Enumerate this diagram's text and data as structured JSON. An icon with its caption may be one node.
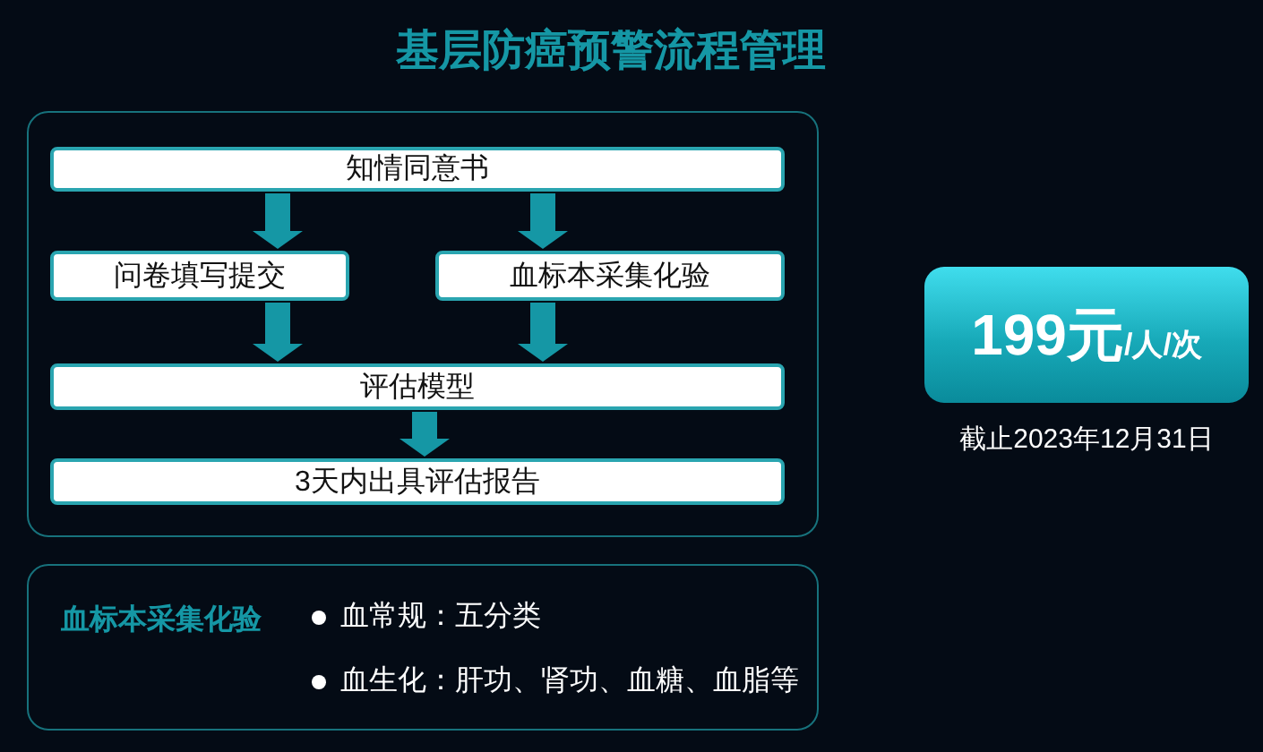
{
  "diagram": {
    "title": "基层防癌预警流程管理",
    "nodes": [
      {
        "text": [],
        "shape": "box"
      },
      {
        "text": [
          "知情同意书"
        ],
        "in": 0
      },
      {
        "text": [
          "问卷填写提交"
        ],
        "in": 0
      },
      {
        "text": [
          "血标本采集化验"
        ],
        "in": 0
      },
      {
        "text": [
          "评估模型"
        ],
        "in": 0
      },
      {
        "text": [
          "3天内出具评估报告"
        ],
        "in": 0
      },
      {
        "text": [
          "血标本采集化验",
          "血常规：五分类",
          "血生化：肝功、肾功、血糖、血脂等"
        ]
      },
      {
        "text": [
          "199元",
          "/人/次"
        ],
        "beside": [
          "截止2023年12月31日"
        ]
      }
    ],
    "edges": [
      {
        "from": 1,
        "to": 2,
        "arrow": "to"
      },
      {
        "from": 1,
        "to": 3,
        "arrow": "to"
      },
      {
        "from": 2,
        "to": 4,
        "arrow": "to"
      },
      {
        "from": 3,
        "to": 4,
        "arrow": "to"
      },
      {
        "from": 4,
        "to": 5,
        "arrow": "to"
      }
    ]
  }
}
